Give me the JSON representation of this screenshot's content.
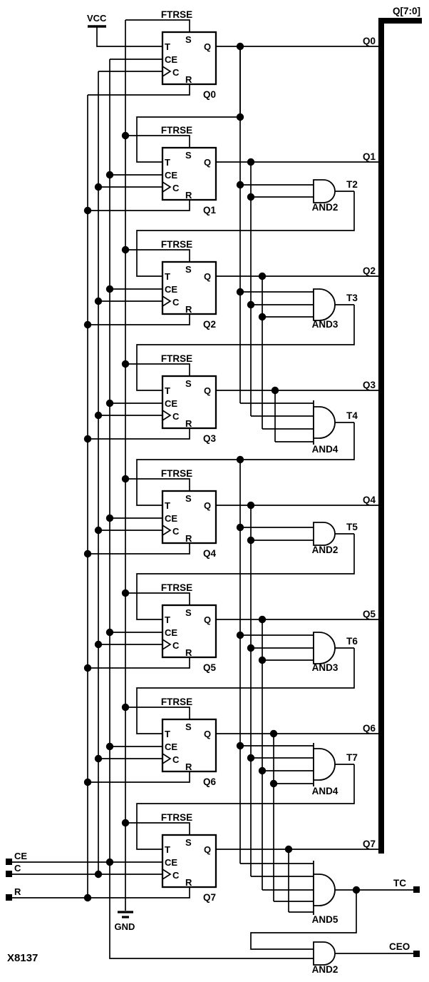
{
  "diagram_id": "X8137",
  "bus": {
    "label": "Q[7:0]"
  },
  "power": {
    "vcc": "VCC",
    "gnd": "GND"
  },
  "inputs": {
    "ce": "CE",
    "c": "C",
    "r": "R"
  },
  "outputs": {
    "tc": "TC",
    "ceo": "CEO"
  },
  "flipflops": [
    {
      "type": "FTRSE",
      "instance": "Q0",
      "output": "Q0",
      "pins": {
        "t": "T",
        "ce": "CE",
        "c": "C",
        "s": "S",
        "r": "R",
        "q": "Q"
      }
    },
    {
      "type": "FTRSE",
      "instance": "Q1",
      "output": "Q1",
      "pins": {
        "t": "T",
        "ce": "CE",
        "c": "C",
        "s": "S",
        "r": "R",
        "q": "Q"
      }
    },
    {
      "type": "FTRSE",
      "instance": "Q2",
      "output": "Q2",
      "pins": {
        "t": "T",
        "ce": "CE",
        "c": "C",
        "s": "S",
        "r": "R",
        "q": "Q"
      }
    },
    {
      "type": "FTRSE",
      "instance": "Q3",
      "output": "Q3",
      "pins": {
        "t": "T",
        "ce": "CE",
        "c": "C",
        "s": "S",
        "r": "R",
        "q": "Q"
      }
    },
    {
      "type": "FTRSE",
      "instance": "Q4",
      "output": "Q4",
      "pins": {
        "t": "T",
        "ce": "CE",
        "c": "C",
        "s": "S",
        "r": "R",
        "q": "Q"
      }
    },
    {
      "type": "FTRSE",
      "instance": "Q5",
      "output": "Q5",
      "pins": {
        "t": "T",
        "ce": "CE",
        "c": "C",
        "s": "S",
        "r": "R",
        "q": "Q"
      }
    },
    {
      "type": "FTRSE",
      "instance": "Q6",
      "output": "Q6",
      "pins": {
        "t": "T",
        "ce": "CE",
        "c": "C",
        "s": "S",
        "r": "R",
        "q": "Q"
      }
    },
    {
      "type": "FTRSE",
      "instance": "Q7",
      "output": "Q7",
      "pins": {
        "t": "T",
        "ce": "CE",
        "c": "C",
        "s": "S",
        "r": "R",
        "q": "Q"
      }
    }
  ],
  "gates": [
    {
      "type": "AND2",
      "output": "T2"
    },
    {
      "type": "AND3",
      "output": "T3"
    },
    {
      "type": "AND4",
      "output": "T4"
    },
    {
      "type": "AND2",
      "output": "T5"
    },
    {
      "type": "AND3",
      "output": "T6"
    },
    {
      "type": "AND4",
      "output": "T7"
    },
    {
      "type": "AND5",
      "output": "TC"
    },
    {
      "type": "AND2",
      "output": "CEO"
    }
  ]
}
